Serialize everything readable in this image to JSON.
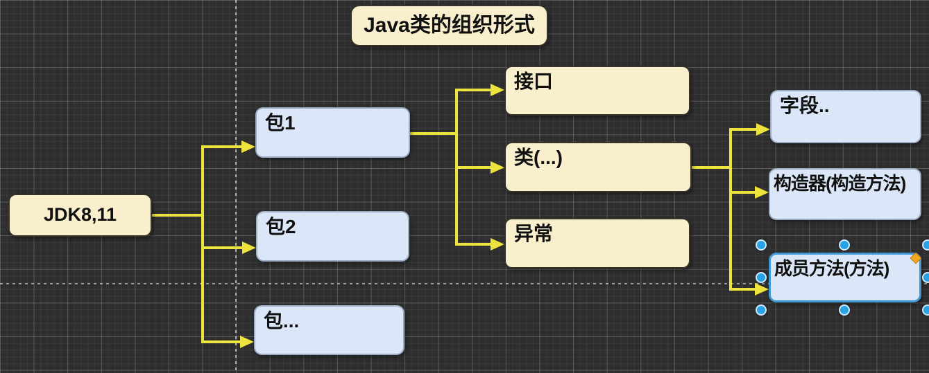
{
  "title": {
    "label": "Java类的组织形式"
  },
  "nodes": {
    "jdk": {
      "label": "JDK8,11"
    },
    "pkg1": {
      "label": "包1"
    },
    "pkg2": {
      "label": "包2"
    },
    "pkg_more": {
      "label": "包..."
    },
    "interface": {
      "label": "接口"
    },
    "class": {
      "label": "类(...)"
    },
    "exception": {
      "label": "异常"
    },
    "field": {
      "label": "字段.."
    },
    "constructor": {
      "label": "构造器(构造方法)"
    },
    "member_method": {
      "label": "成员方法(方法)"
    }
  },
  "edges": [
    {
      "from": "jdk",
      "to": "pkg1"
    },
    {
      "from": "jdk",
      "to": "pkg2"
    },
    {
      "from": "jdk",
      "to": "pkg_more"
    },
    {
      "from": "pkg1",
      "to": "interface"
    },
    {
      "from": "pkg1",
      "to": "class"
    },
    {
      "from": "pkg1",
      "to": "exception"
    },
    {
      "from": "class",
      "to": "field"
    },
    {
      "from": "class",
      "to": "constructor"
    },
    {
      "from": "class",
      "to": "member_method"
    }
  ],
  "selection": {
    "selected_node": "member_method"
  },
  "colors": {
    "canvas_bg": "#2e2e2e",
    "connector": "#ece43c",
    "node_cream": "#f9efcc",
    "node_blue": "#dbe7f8",
    "selected_outline": "#3f9ad6",
    "selection_handle": "#29a3e6",
    "rotate_handle": "#f5a623",
    "text": "#101010",
    "guide_dash": "#eeeeee"
  }
}
